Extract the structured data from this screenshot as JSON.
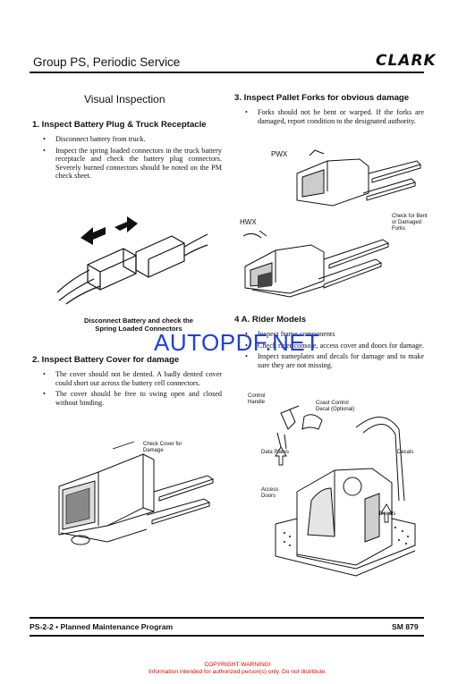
{
  "header": {
    "title": "Group PS, Periodic Service",
    "logo": "CLARK"
  },
  "left": {
    "section_title": "Visual Inspection",
    "s1": {
      "heading": "1. Inspect Battery Plug & Truck Receptacle",
      "bullets": [
        "Disconnect battery from truck.",
        "Inspect the spring loaded connectors in the truck battery receptacle and check the battery plug connectors. Severely burned connectors should be noted on the PM check sheet."
      ],
      "caption_line1": "Disconnect Battery and check the",
      "caption_line2": "Spring Loaded Connectors"
    },
    "s2": {
      "heading": "2. Inspect Battery Cover for damage",
      "bullets": [
        "The cover should not be dented. A badly dented cover could short out across the battery cell connectors.",
        "The cover should be free to swing open and closed without binding."
      ],
      "callout": "Check Cover for Damage"
    }
  },
  "right": {
    "s3": {
      "heading": "3. Inspect Pallet Forks for obvious damage",
      "bullets": [
        "Forks should not be bent or warped. If the forks are damaged, report condition to the designated authority."
      ],
      "label_pwx": "PWX",
      "label_hwx": "HWX",
      "callout": "Check for Bent or Damaged Forks"
    },
    "s4": {
      "heading": "4 A. Rider Models",
      "bullets": [
        "Inspect frame components",
        "Check rider console, access cover and doors for damage.",
        "Inspect nameplates and decals for damage and to make sure they are not missing."
      ],
      "labels": {
        "control_handle": "Control Handle",
        "coast_control": "Coast Control Decal (Optional)",
        "data_plates": "Data Plates",
        "decals_top": "Decals",
        "access_doors": "Access Doors",
        "decals_bottom": "Decals"
      }
    }
  },
  "watermark": "AUTOPDF.NET",
  "footer": {
    "left": "PS-2-2 • Planned Maintenance Program",
    "right": "SM 879",
    "copyright_1": "COPYRIGHT WARNING!",
    "copyright_2": "Information intended for authorized person(s) only. Do not distribute."
  }
}
